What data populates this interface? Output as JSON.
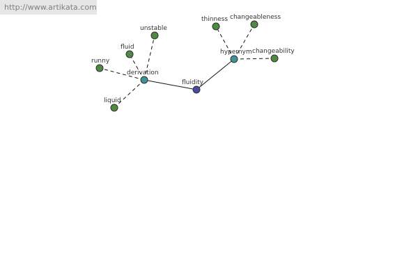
{
  "header": {
    "url": "http://www.artikata.com"
  },
  "colors": {
    "leaf": "#4f8a43",
    "relation": "#3e9396",
    "center": "#4a4aa0",
    "stroke": "#2f2f2f",
    "edge": "#111111"
  },
  "graph": {
    "center": {
      "label": "fluidity"
    },
    "relations": [
      {
        "label": "derivation",
        "terms": [
          "unstable",
          "fluid",
          "runny",
          "liquid"
        ]
      },
      {
        "label": "hypernym",
        "terms": [
          "thinness",
          "changeableness",
          "changeability"
        ]
      }
    ]
  }
}
